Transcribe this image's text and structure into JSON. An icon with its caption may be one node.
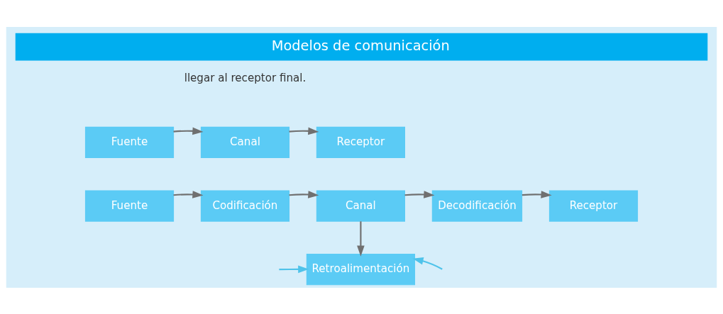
{
  "diagram": {
    "title": "Modelos de comunicación",
    "nodes": [
      {
        "text": [
          "Fuente"
        ]
      },
      {
        "text": [
          "Canal"
        ]
      },
      {
        "text": [
          "Receptor"
        ]
      },
      {
        "text": [
          "Fuente"
        ]
      },
      {
        "text": [
          "Codificación"
        ]
      },
      {
        "text": [
          "Canal"
        ]
      },
      {
        "text": [
          "Decodificación"
        ]
      },
      {
        "text": [
          "Receptor"
        ]
      },
      {
        "text": [
          "Retroalimentación"
        ]
      }
    ],
    "edges": [
      {
        "from": 0,
        "to": 1,
        "arrow": "to"
      },
      {
        "from": 1,
        "to": 2,
        "arrow": "to"
      },
      {
        "from": 3,
        "to": 4,
        "arrow": "to"
      },
      {
        "from": 4,
        "to": 5,
        "arrow": "to"
      },
      {
        "from": 5,
        "to": 6,
        "arrow": "to"
      },
      {
        "from": 6,
        "to": 7,
        "arrow": "to"
      },
      {
        "from": 5,
        "to": 8,
        "arrow": "to"
      },
      {
        "from": null,
        "to": 8,
        "arrow": "to",
        "color": "#4fc3ea"
      },
      {
        "from": null,
        "to": 8,
        "arrow": "to",
        "color": "#4fc3ea"
      }
    ],
    "labels": [
      "llegar al receptor final."
    ]
  }
}
